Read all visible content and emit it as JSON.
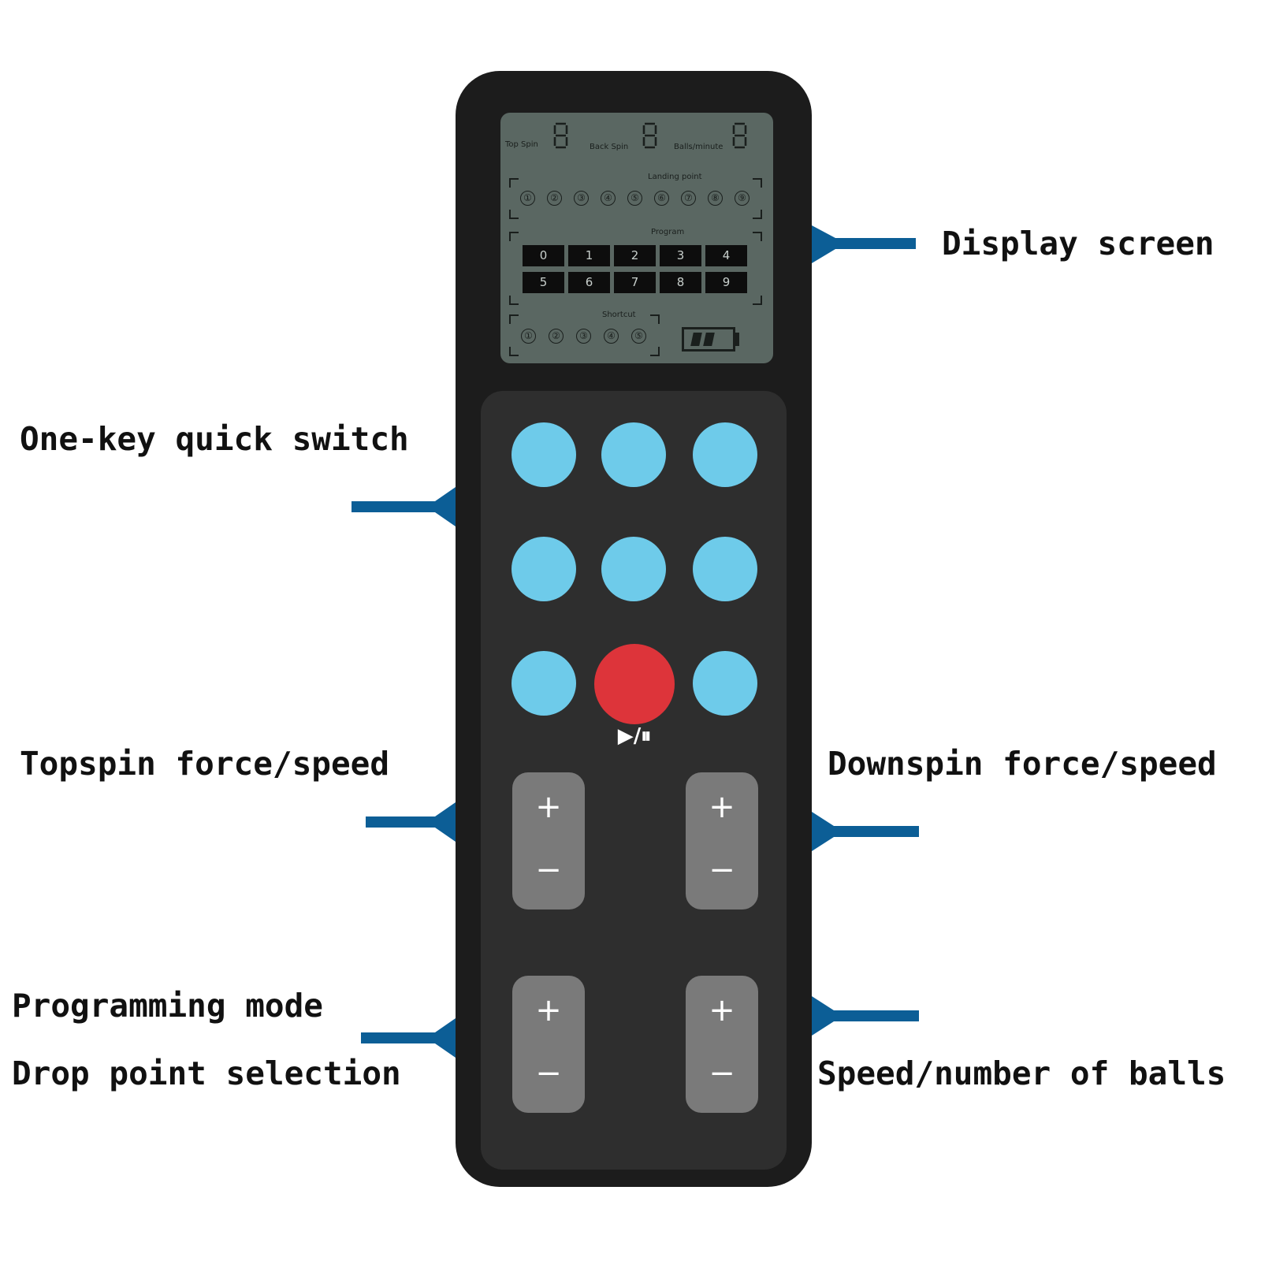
{
  "display": {
    "top_spin_label": "Top Spin",
    "back_spin_label": "Back Spin",
    "balls_per_minute_label": "Balls/minute",
    "landing_point_label": "Landing point",
    "landing_points": [
      "①",
      "②",
      "③",
      "④",
      "⑤",
      "⑥",
      "⑦",
      "⑧",
      "⑨"
    ],
    "program_label": "Program",
    "program_cells": [
      "0",
      "1",
      "2",
      "3",
      "4",
      "5",
      "6",
      "7",
      "8",
      "9"
    ],
    "shortcut_label": "Shortcut",
    "shortcuts": [
      "①",
      "②",
      "③",
      "④",
      "⑤"
    ]
  },
  "controls": {
    "play_pause_label": "▶/⏸",
    "plus": "+",
    "minus": "−"
  },
  "callouts": {
    "display_screen": "Display screen",
    "one_key_quick_switch": "One-key quick switch",
    "topspin": "Topspin force/speed",
    "downspin": "Downspin force/speed",
    "programming_mode": "Programming mode",
    "drop_point_selection": "Drop point selection",
    "speed_number_of_balls": "Speed/number of balls"
  },
  "colors": {
    "remote_body": "#1c1c1c",
    "keypad": "#2e2e2e",
    "lcd": "#5a6762",
    "blue_button": "#6ecbea",
    "red_button": "#dd343a",
    "rocker": "#7a7a7a",
    "connector": "#0c5e96"
  }
}
